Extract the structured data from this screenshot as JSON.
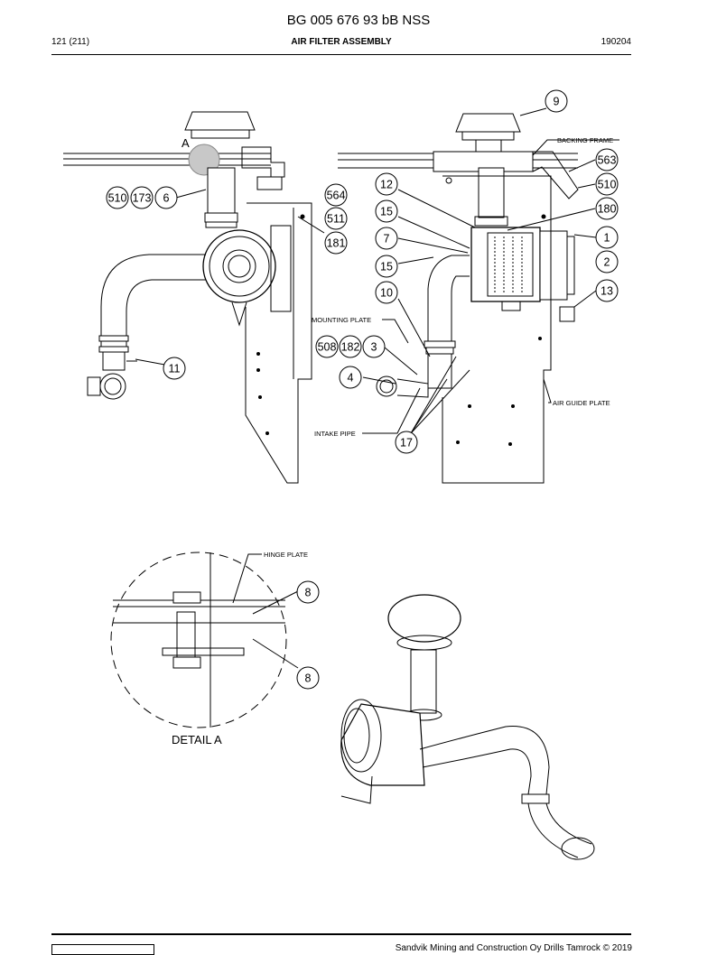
{
  "header": {
    "doc_id": "BG 005 676 93 bB NSS",
    "page": "121 (211)",
    "title": "AIR FILTER ASSEMBLY",
    "date": "190204"
  },
  "callouts": [
    "9",
    "563",
    "510",
    "180",
    "1",
    "2",
    "13",
    "12",
    "15",
    "7",
    "15",
    "10",
    "3",
    "4",
    "17",
    "564",
    "511",
    "181",
    "510",
    "173",
    "6",
    "11",
    "508",
    "182",
    "8",
    "8"
  ],
  "labels": {
    "detail_marker": "A",
    "backing_frame": "BACKING FRAME",
    "mounting_plate": "MOUNTING PLATE",
    "air_guide_plate": "AIR GUIDE PLATE",
    "intake_pipe": "INTAKE PIPE",
    "hinge_plate": "HINGE PLATE",
    "detail_a": "DETAIL A"
  },
  "footer": {
    "copyright": "Sandvik Mining and Construction Oy Drills Tamrock © 2019"
  }
}
